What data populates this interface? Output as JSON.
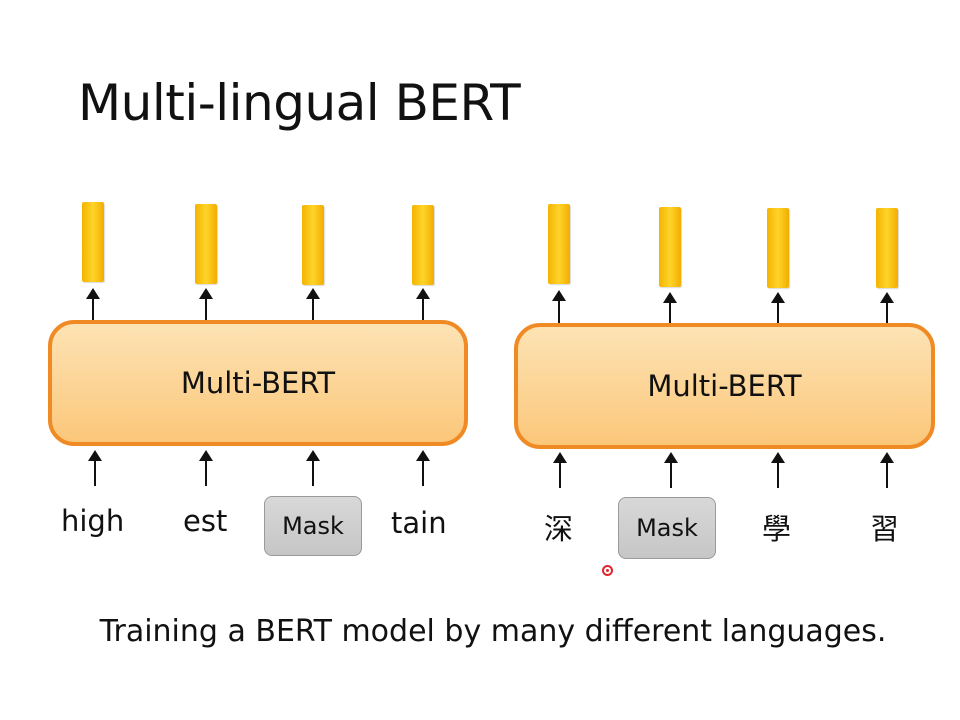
{
  "title": "Multi-lingual BERT",
  "caption": "Training a BERT model by many different languages.",
  "left_model": {
    "label": "Multi-BERT",
    "tokens": [
      "high",
      "est",
      "Mask",
      "tain"
    ]
  },
  "right_model": {
    "label": "Multi-BERT",
    "tokens": [
      "深",
      "Mask",
      "學",
      "習"
    ]
  },
  "colors": {
    "block_border": "#f08a24",
    "block_fill_top": "#fde3b4",
    "block_fill_bottom": "#fbc77a",
    "vector": "#ffd42a",
    "mask_fill": "#d0d0d0",
    "pointer": "#e0262c"
  }
}
